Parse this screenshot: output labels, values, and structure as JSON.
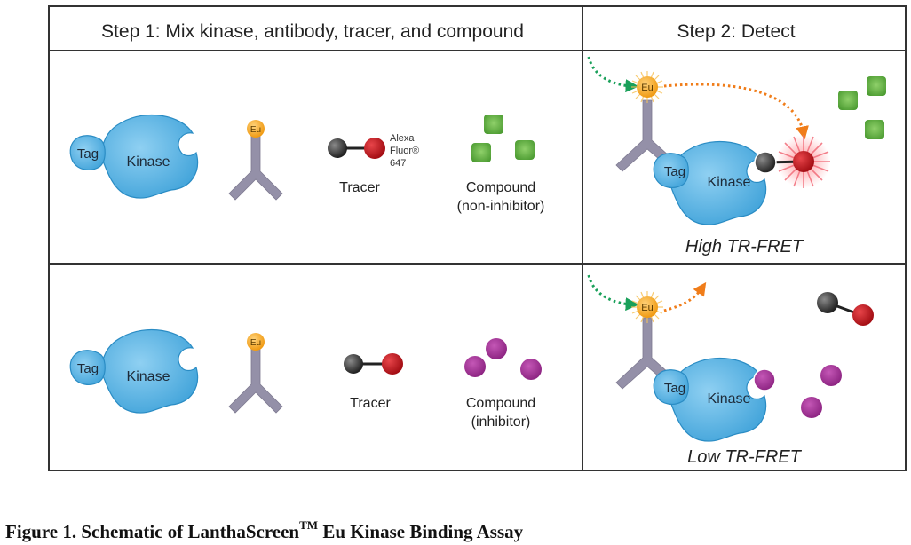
{
  "table": {
    "headers": [
      "Step 1: Mix kinase, antibody, tracer, and compound",
      "Step 2: Detect"
    ],
    "rows": [
      {
        "step1": {
          "tag_label": "Tag",
          "kinase_label": "Kinase",
          "eu_label": "Eu",
          "tracer_label": "Tracer",
          "fluor_label_1": "Alexa",
          "fluor_label_2": "Fluor®",
          "fluor_label_3": "647",
          "compound_label": "Compound",
          "compound_type": "(non-inhibitor)"
        },
        "step2": {
          "eu_label": "Eu",
          "tag_label": "Tag",
          "kinase_label": "Kinase",
          "result": "High TR-FRET"
        }
      },
      {
        "step1": {
          "tag_label": "Tag",
          "kinase_label": "Kinase",
          "eu_label": "Eu",
          "tracer_label": "Tracer",
          "compound_label": "Compound",
          "compound_type": "(inhibitor)"
        },
        "step2": {
          "eu_label": "Eu",
          "tag_label": "Tag",
          "kinase_label": "Kinase",
          "result": "Low TR-FRET"
        }
      }
    ]
  },
  "colors": {
    "kinase": "#5ab4e5",
    "antibody": "#9490a8",
    "europium": "#f5a623",
    "tracer_dark": "#3a3a3a",
    "tracer_red": "#c0161c",
    "compound_green": "#5aa83c",
    "compound_purple": "#a63399",
    "excitation_arrow": "#1aa05a",
    "emission_arrow": "#f07d1a"
  },
  "caption": {
    "prefix": "Figure 1.  Schematic of LanthaScreen",
    "tm": "TM",
    "suffix": " Eu Kinase Binding Assay"
  }
}
